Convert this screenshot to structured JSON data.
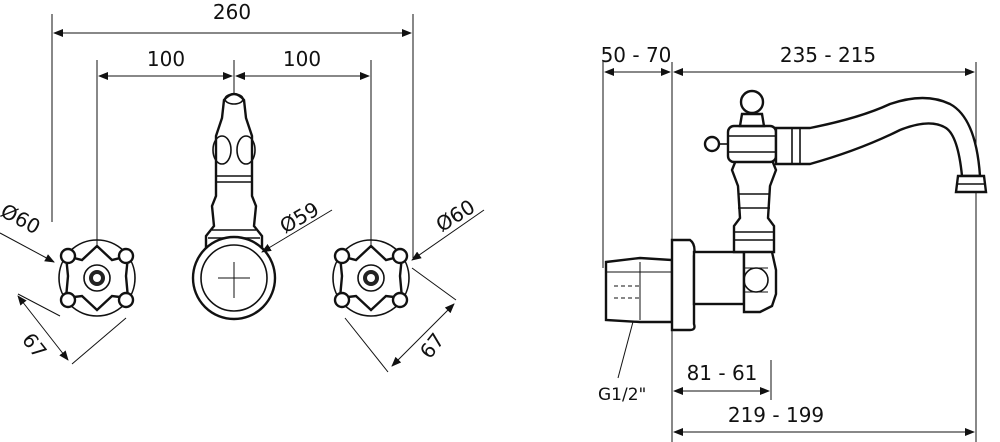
{
  "dimensions": {
    "overall_width": "260",
    "left_spacing": "100",
    "right_spacing": "100",
    "left_handle_diameter": "Ø60",
    "spout_rosette_diameter": "Ø59",
    "right_handle_diameter": "Ø60",
    "left_rosette_size": "67",
    "right_rosette_size": "67",
    "wall_offset": "50 - 70",
    "spout_reach": "235 - 215",
    "body_projection": "81 - 61",
    "total_projection": "219 - 199",
    "thread": "G1/2\""
  },
  "colors": {
    "line": "#111111",
    "background": "#ffffff"
  }
}
